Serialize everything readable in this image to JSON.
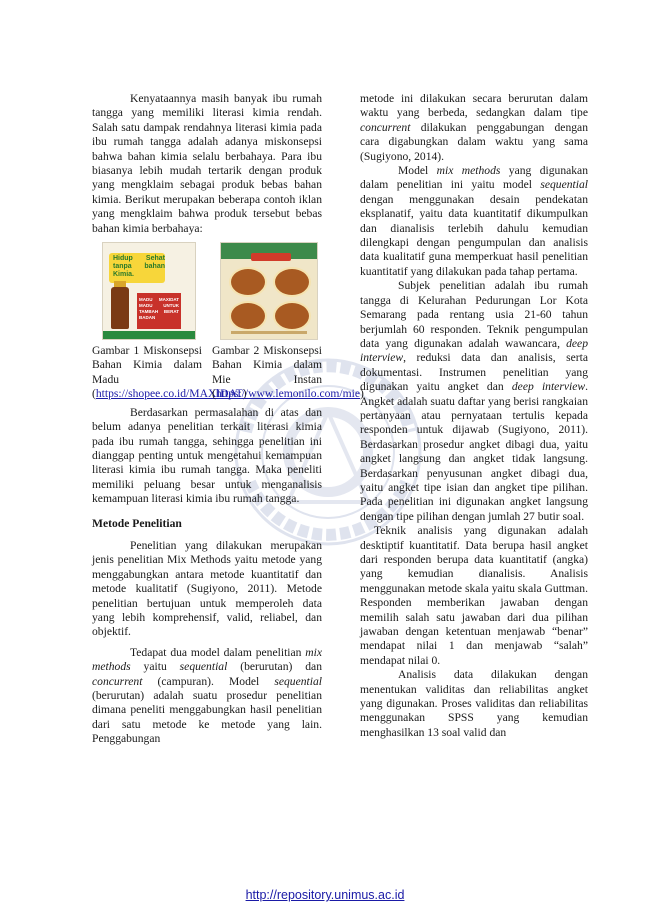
{
  "left_column": {
    "p1": "Kenyataannya masih banyak ibu rumah tangga yang memiliki literasi kimia rendah. Salah satu dampak rendahnya literasi kimia pada ibu rumah tangga adalah adanya miskonsepsi bahwa bahan kimia selalu berbahaya. Para ibu biasanya lebih mudah tertarik dengan produk yang mengklaim sebagai produk bebas bahan kimia. Berikut merupakan beberapa contoh iklan yang mengklaim bahwa produk tersebut bebas bahan kimia berbahaya:",
    "figure1": {
      "image_text_1": "Hidup Sehat tanpa bahan Kimia.",
      "image_text_2": "MADU MAXIDAT MADU UNTUK TAMBAH BERAT BADAN",
      "caption": "Gambar 1 Miskonsepsi Bahan Kimia dalam Madu (",
      "link": "https://shopee.co.id/MAXIDAT",
      "caption_end": ")"
    },
    "figure2": {
      "caption": "Gambar 2 Miskonsepsi Bahan Kimia dalam Mie Instan (",
      "link": "https://www.lemonilo.com/mie",
      "caption_end": ")"
    },
    "p2": "Berdasarkan permasalahan di atas dan belum adanya penelitian terkait literasi kimia pada ibu rumah tangga, sehingga penelitian ini dianggap penting untuk mengetahui kemampuan literasi kimia ibu rumah tangga. Maka peneliti memiliki peluang besar untuk menganalisis kemampuan literasi kimia ibu rumah tangga.",
    "heading": "Metode Penelitian",
    "p3": "Penelitian yang dilakukan merupakan jenis penelitian Mix Methods yaitu metode yang menggabungkan antara metode kuantitatif dan metode kualitatif (Sugiyono, 2011). Metode penelitian bertujuan untuk memperoleh data yang lebih komprehensif, valid, reliabel, dan objektif.",
    "p4_a": "Tedapat dua model dalam penelitian ",
    "p4_em1": "mix methods",
    "p4_b": " yaitu ",
    "p4_em2": "sequential",
    "p4_c": " (berurutan) dan ",
    "p4_em3": "concurrent",
    "p4_d": " (campuran). Model ",
    "p4_em4": "sequential",
    "p4_e": " (berurutan) adalah suatu prosedur penelitian dimana peneliti menggabungkan hasil penelitian dari satu metode ke metode yang lain. Penggabungan"
  },
  "right_column": {
    "p1_a": "metode ini dilakukan secara berurutan dalam waktu yang berbeda, sedangkan dalam tipe ",
    "p1_em": "concurrent",
    "p1_b": " dilakukan penggabungan dengan cara digabungkan dalam waktu yang sama (Sugiyono, 2014).",
    "p2_a": "Model ",
    "p2_em1": "mix methods",
    "p2_b": " yang digunakan dalam penelitian ini yaitu model ",
    "p2_em2": "sequential",
    "p2_c": " dengan menggunakan desain pendekatan eksplanatif, yaitu data kuantitatif dikumpulkan dan dianalisis terlebih dahulu kemudian dilengkapi dengan pengumpulan dan analisis data kualitatif guna memperkuat hasil penelitian kuantitatif yang dilakukan pada tahap pertama.",
    "p3_a": "Subjek penelitian adalah ibu rumah tangga di Kelurahan Pedurungan Lor Kota Semarang pada rentang usia 21-60 tahun berjumlah 60 responden. Teknik pengumpulan data yang digunakan adalah wawancara, ",
    "p3_em1": "deep interview",
    "p3_b": ", reduksi data dan analisis, serta dokumentasi. Instrumen penelitian yang digunakan yaitu angket dan ",
    "p3_em2": "deep interview",
    "p3_c": ". Angket adalah suatu daftar yang berisi rangkaian pertanyaan atau pernyataan tertulis kepada responden untuk dijawab (Sugiyono, 2011). Berdasarkan prosedur angket dibagi dua, yaitu angket langsung dan angket tidak langsung. Berdasarkan penyusunan angket dibagi dua, yaitu angket tipe isian dan angket tipe pilihan. Pada penelitian ini digunakan angket langsung dengan tipe pilihan dengan jumlah 27 butir soal.",
    "p4": "Teknik analisis yang digunakan adalah desktiptif kuantitatif. Data berupa hasil angket dari responden berupa data kuantitatif (angka) yang kemudian dianalisis. Analisis menggunakan metode skala yaitu skala Guttman. Responden memberikan jawaban dengan memilih salah satu jawaban dari dua pilihan jawaban dengan ketentuan menjawab “benar” mendapat nilai 1 dan menjawab “salah” mendapat nilai 0.",
    "p5": "Analisis data dilakukan dengan menentukan validitas dan reliabilitas angket yang digunakan. Proses validitas dan reliabilitas menggunakan SPSS yang kemudian menghasilkan 13 soal valid dan"
  },
  "footer": {
    "link": "http://repository.unimus.ac.id"
  },
  "colors": {
    "link": "#1a1aa6",
    "watermark": "#d7dcea"
  }
}
